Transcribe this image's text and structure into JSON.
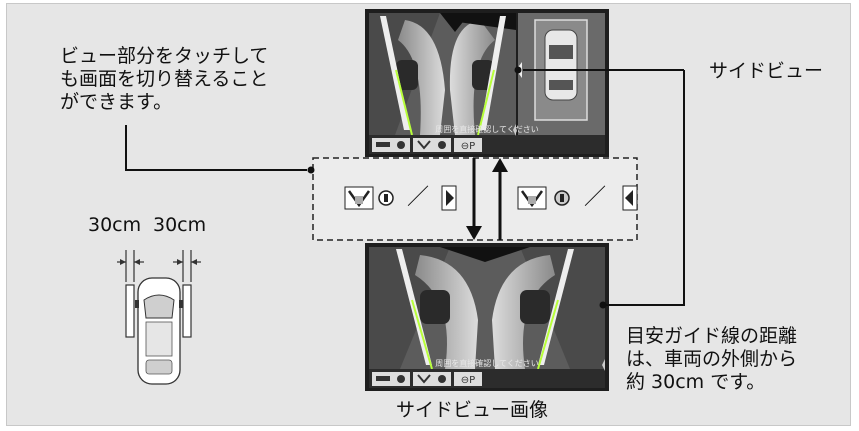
{
  "callout_touch": {
    "line1": "ビュー部分をタッチして",
    "line2": "も画面を切り替えること",
    "line3": "ができます。"
  },
  "side_view_label": "サイドビュー",
  "distance": {
    "left": "30cm",
    "right": "30cm"
  },
  "guide_note": {
    "line1": "目安ガイド線の距離",
    "line2": "は、車両の外側から",
    "line3": "約 30cm です。"
  },
  "caption": "サイドビュー画像",
  "screen_warning": "周囲を直接確認してください",
  "switch_separator": "／",
  "colors": {
    "screen_bg": "#222222",
    "panel_bg": "#e6e6e6",
    "guide_white": "#f2f2f2"
  }
}
